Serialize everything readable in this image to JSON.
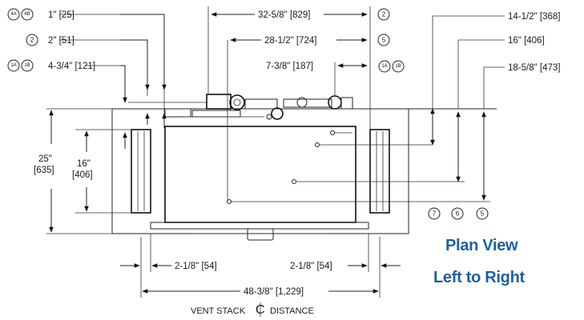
{
  "title_lines": [
    "Plan View",
    "Left to Right"
  ],
  "title_color": "#1f5fa0",
  "callouts": {
    "one_inch": "1\" [25]",
    "two_inch": "2\" [51]",
    "four_three_quarter": "4-3/4\" [121]",
    "thirty_two": "32-5/8\" [829]",
    "twenty_eight": "28-1/2\" [724]",
    "seven_three": "7-3/8\" [187]",
    "fourteen": "14-1/2\" [368]",
    "sixteen_right": "16\" [406]",
    "eighteen": "18-5/8\" [473]",
    "height_25_a": "25\"",
    "height_25_b": "[635]",
    "height_16_a": "16\"",
    "height_16_b": "[406]",
    "left_clear": "2-1/8\" [54]",
    "right_clear": "2-1/8\" [54]",
    "overall": "48-3/8\" [1,229]",
    "vent_stack_pre": "VENT STACK",
    "vent_stack_post": "DISTANCE"
  },
  "tags": {
    "t4a": "4A",
    "t4b": "4B",
    "t2": "2",
    "t1a": "1A",
    "t1b": "1B",
    "r2": "2",
    "r5": "5",
    "r1a": "1A",
    "r1b": "1B",
    "c7": "7",
    "c6": "6",
    "c5": "5"
  }
}
